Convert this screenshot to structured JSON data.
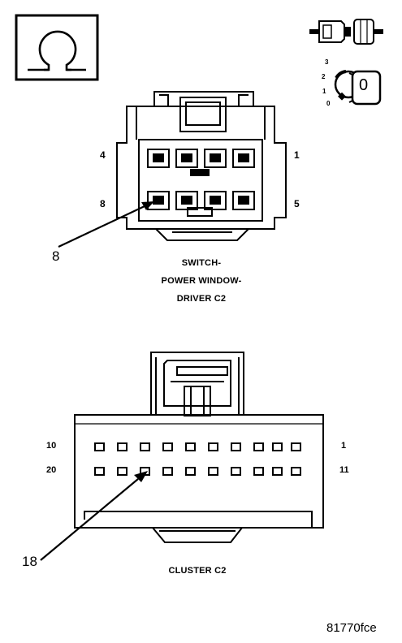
{
  "icons": {
    "ohm": "ohm-meter-icon",
    "connector": "connector-disconnect-icon",
    "ignition": "ignition-key-off-icon"
  },
  "ignition_positions": [
    "3",
    "2",
    "1",
    "0"
  ],
  "ignition_key_label": "0",
  "connector_c2": {
    "pin_labels": {
      "top_left": "4",
      "top_right": "1",
      "bottom_left": "8",
      "bottom_right": "5"
    },
    "callout": "8",
    "title_lines": [
      "SWITCH-",
      "POWER WINDOW-",
      "DRIVER C2"
    ]
  },
  "cluster_c2": {
    "pin_labels": {
      "top_left": "10",
      "top_right": "1",
      "bottom_left": "20",
      "bottom_right": "11"
    },
    "callout": "18",
    "title": "CLUSTER C2"
  },
  "figure_code": "81770fce"
}
